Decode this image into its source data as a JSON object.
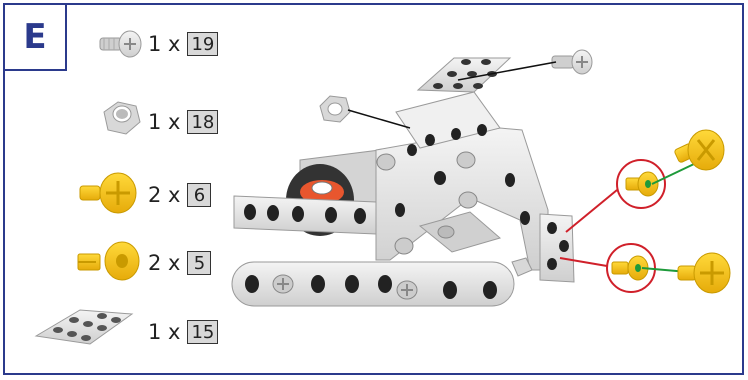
{
  "step": {
    "label": "E"
  },
  "parts": [
    {
      "icon": "screw-icon",
      "qty": "1 x",
      "ref": "19"
    },
    {
      "icon": "nut-icon",
      "qty": "1 x",
      "ref": "18"
    },
    {
      "icon": "yellow-screw-cross-icon",
      "qty": "2 x",
      "ref": "6"
    },
    {
      "icon": "yellow-connector-icon",
      "qty": "2 x",
      "ref": "5"
    },
    {
      "icon": "perforated-plate-icon",
      "qty": "1 x",
      "ref": "15"
    }
  ],
  "colors": {
    "frame": "#2b3a8c",
    "metal": "#e3e3e3",
    "metal_edge": "#9a9a9a",
    "yellow": "#f5c518",
    "callout_red": "#d0202a",
    "callout_green": "#1e9a3a",
    "wheel_red": "#e8562e"
  }
}
